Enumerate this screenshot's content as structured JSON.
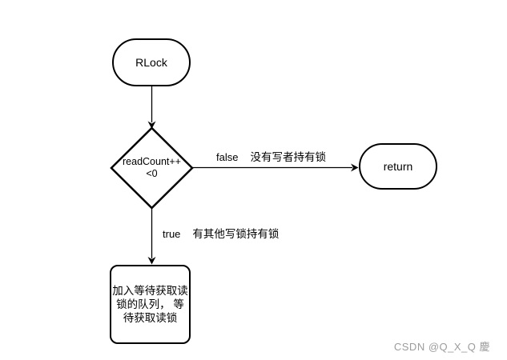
{
  "diagram": {
    "nodes": {
      "start": {
        "label": "RLock"
      },
      "decision": {
        "line1": "readCount++",
        "line2": "<0"
      },
      "return": {
        "label": "return"
      },
      "enqueue": {
        "line1": "加入等待获取读",
        "line2": "锁的队列， 等",
        "line3": "待获取读锁"
      }
    },
    "edges": {
      "false_branch": {
        "condition": "false",
        "label": "没有写者持有锁"
      },
      "true_branch": {
        "condition": "true",
        "label": "有其他写锁持有锁"
      }
    },
    "colors": {
      "stroke": "#000000",
      "fill": "#ffffff",
      "watermark": "#9c9c9c"
    }
  },
  "watermark": {
    "text": "CSDN @Q_X_Q  慶"
  }
}
